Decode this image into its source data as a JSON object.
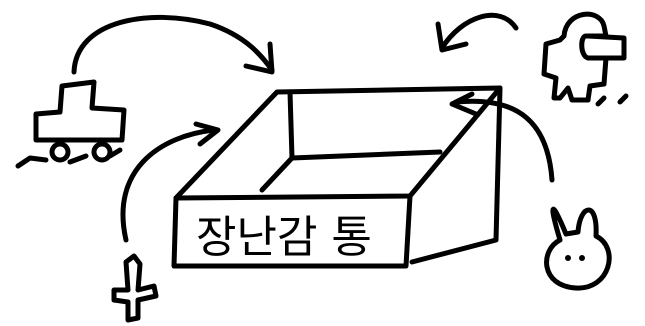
{
  "box": {
    "label": "장난감 통"
  },
  "colors": {
    "ink": "#000000",
    "background": "#ffffff"
  },
  "items": [
    {
      "name": "toy-car",
      "icon": "toy-car-icon"
    },
    {
      "name": "among-us-crewmate",
      "icon": "crewmate-icon"
    },
    {
      "name": "toy-sword",
      "icon": "sword-icon"
    },
    {
      "name": "bunny",
      "icon": "bunny-icon"
    }
  ]
}
